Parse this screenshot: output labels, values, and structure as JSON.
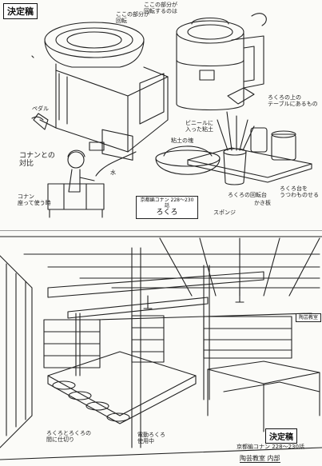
{
  "top": {
    "stamp": "決定稿",
    "caption_box_line1": "京都編コナン 228〜230話",
    "caption_box_line2": "ろくろ",
    "labels": {
      "wheel_top": "ここの部分が\n回転",
      "wheel_right_top": "ここの部分が\n回転するのは",
      "kneading": "粘土の塊",
      "tools_right": "ろくろの上の\nテーブルにあるもの",
      "clay_bag": "ビニールに\n入った粘土",
      "sponge": "スポンジ",
      "conan_scale": "コナンとの\n対比",
      "conan_note": "コナン\n座って使う時",
      "pedal": "ペダル",
      "water": "水",
      "tool_note1": "ろくろの回転台",
      "tool_note2": "かき板",
      "tool_note3": "ろくろ台を\nうつわものせる"
    }
  },
  "bottom": {
    "stamp": "決定稿",
    "caption": "京都編コナン 228〜230話",
    "scene_title": "陶芸教室 内部",
    "sign": "陶芸教室",
    "note_left": "ろくろとろくろの\n間に仕切り",
    "note_center": "電動ろくろ\n使用中"
  }
}
